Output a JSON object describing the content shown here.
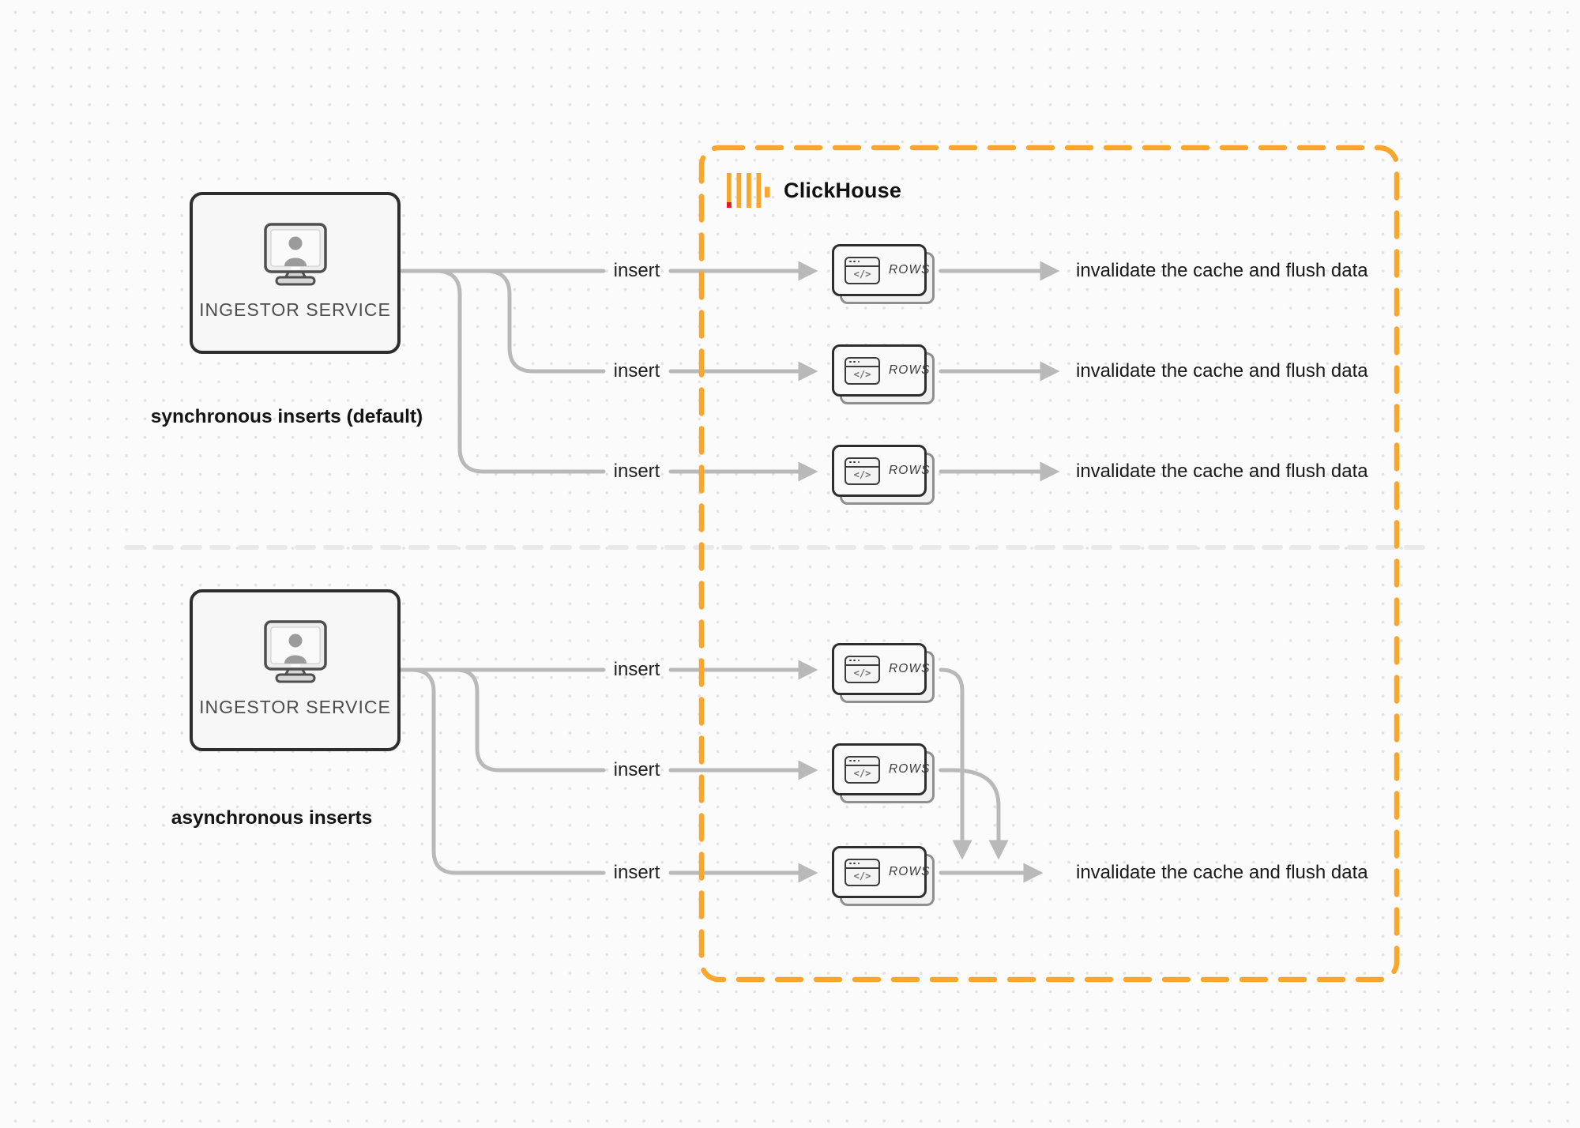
{
  "cluster": {
    "label": "ClickHouse"
  },
  "colors": {
    "accent_orange": "#F9A62D",
    "logo_red": "#E11A21",
    "connector_gray": "#B9B9B9",
    "node_border": "#2E2E2E"
  },
  "icons": {
    "code_window_glyph": "</>"
  },
  "sync": {
    "source": {
      "label": "INGESTOR SERVICE",
      "icon": "monitor-user-icon"
    },
    "caption": "synchronous inserts (default)",
    "rows": [
      {
        "insert": "insert",
        "node": "ROWS",
        "result": "invalidate the cache and flush data"
      },
      {
        "insert": "insert",
        "node": "ROWS",
        "result": "invalidate the cache and flush data"
      },
      {
        "insert": "insert",
        "node": "ROWS",
        "result": "invalidate the cache and flush data"
      }
    ]
  },
  "asynchronous": {
    "source": {
      "label": "INGESTOR SERVICE",
      "icon": "monitor-user-icon"
    },
    "caption": "asynchronous inserts",
    "rows": [
      {
        "insert": "insert",
        "node": "ROWS"
      },
      {
        "insert": "insert",
        "node": "ROWS"
      },
      {
        "insert": "insert",
        "node": "ROWS"
      }
    ],
    "result": "invalidate the cache and flush data"
  }
}
